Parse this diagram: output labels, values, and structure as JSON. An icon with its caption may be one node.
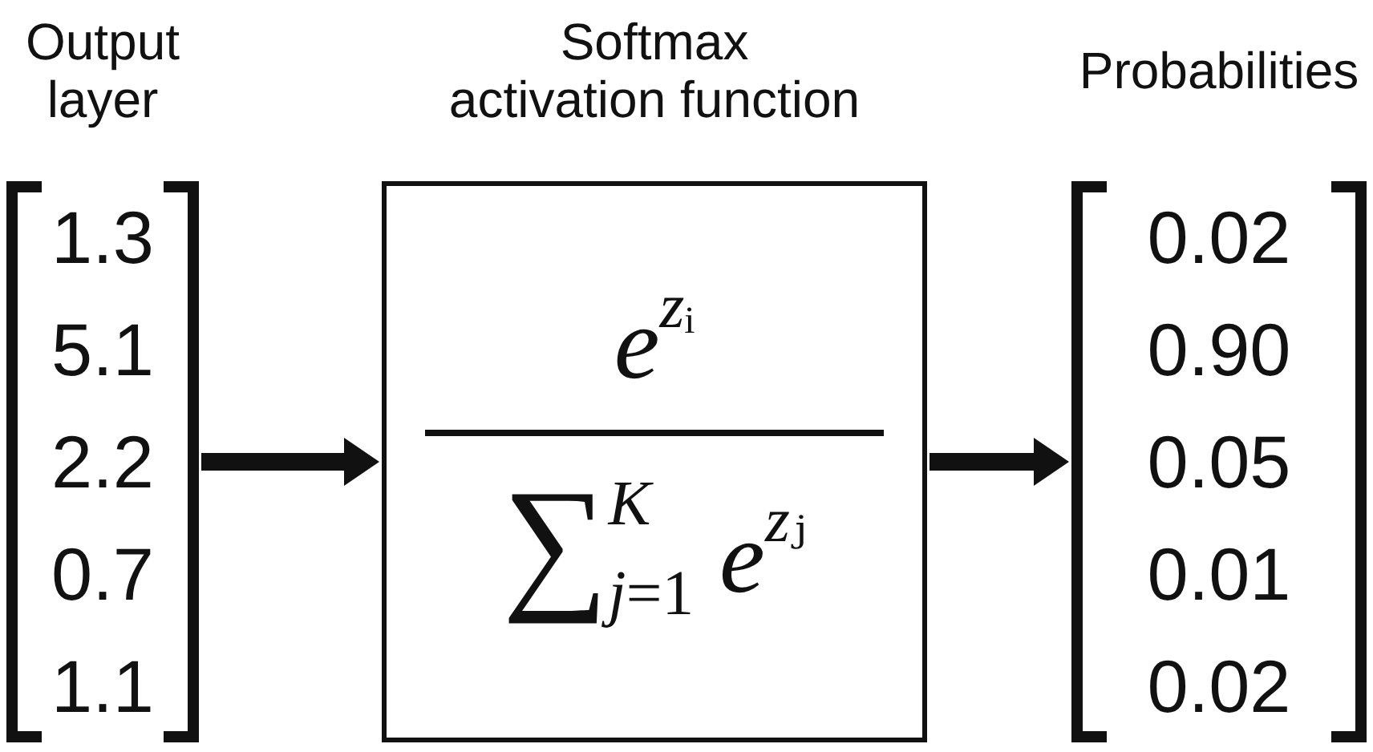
{
  "diagram": {
    "nodes": [
      {
        "text": [
          "Output layer",
          "1.3",
          "5.1",
          "2.2",
          "0.7",
          "1.1"
        ]
      },
      {
        "text": [
          "Softmax activation function",
          "e$^{zᵢ}$",
          "∑$_{j=1}$$^{K}$ e$^{zⱼ}$"
        ]
      },
      {
        "text": [
          "Probabilities",
          "0.02",
          "0.90",
          "0.05",
          "0.01",
          "0.02"
        ]
      }
    ],
    "edges": [
      {
        "from": 0,
        "to": 1,
        "arrow": "to"
      },
      {
        "from": 1,
        "to": 2,
        "arrow": "to"
      }
    ]
  }
}
